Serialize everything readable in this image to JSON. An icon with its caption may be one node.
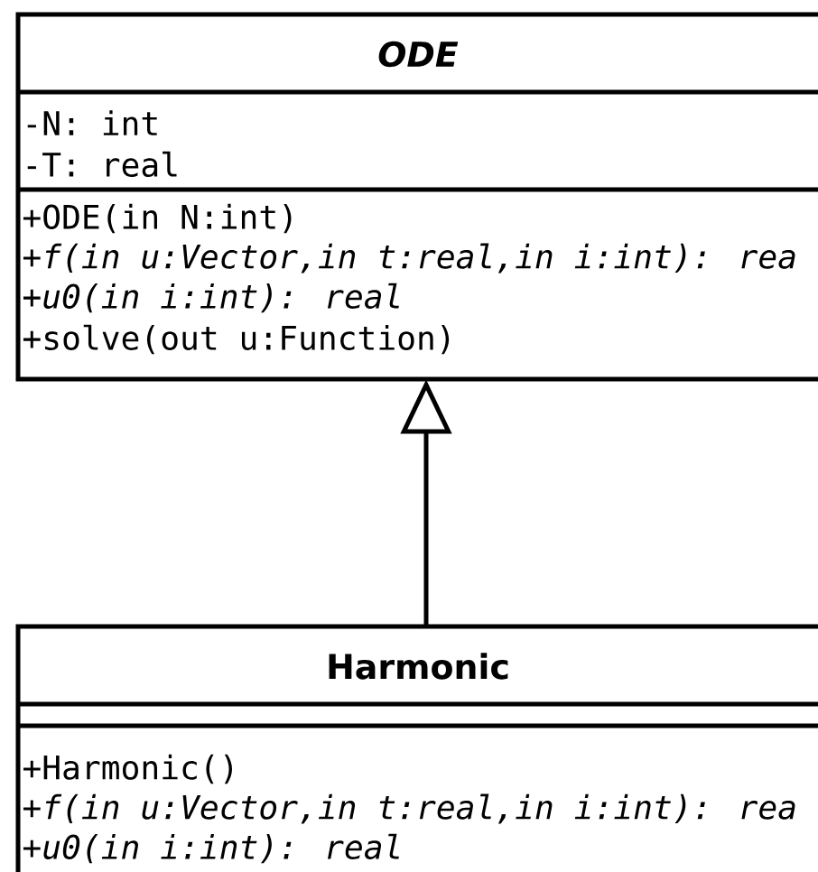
{
  "diagram": {
    "nodes": [
      {
        "text": [
          "ODE",
          "-N: int",
          "-T: real",
          "+ODE(in N:int)",
          "+f(in u:Vector,in t:real,in i:int): rea",
          "+u0(in i:int): real",
          "+solve(out u:Function)"
        ]
      },
      {
        "text": [
          "Harmonic",
          "+Harmonic()",
          "+f(in u:Vector,in t:real,in i:int): rea",
          "+u0(in i:int): real"
        ]
      }
    ],
    "edges": [
      {
        "from": 1,
        "to": 0,
        "arrow": "to"
      }
    ]
  }
}
